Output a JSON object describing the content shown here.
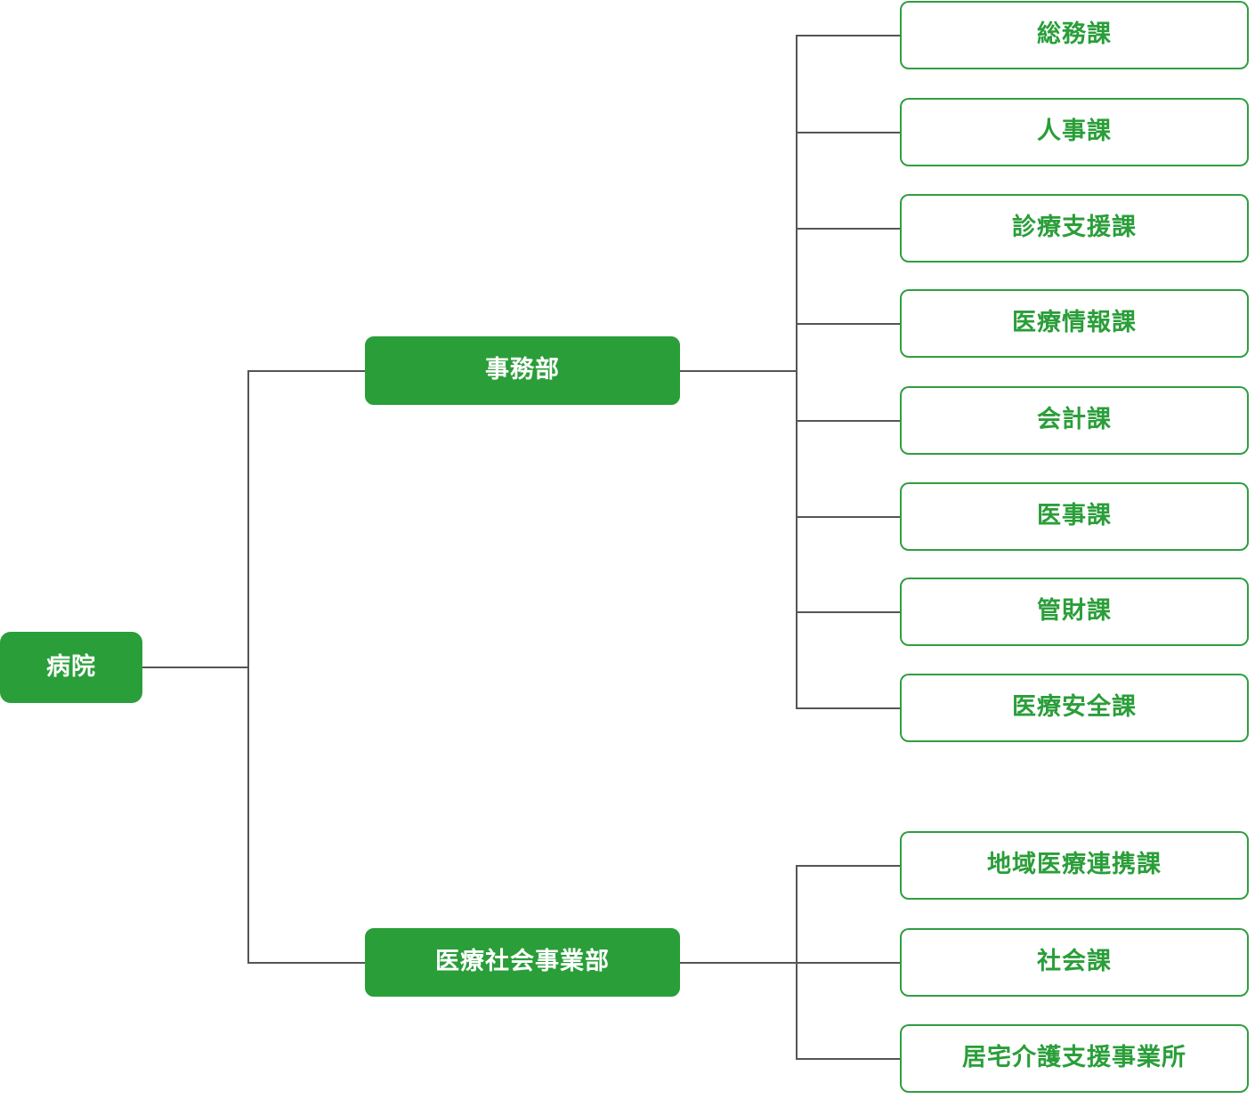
{
  "colors": {
    "node_fill_green": "#2a9e39",
    "node_border_green": "#2f9e41",
    "node_text_green": "#2a9e39",
    "filled_text": "#ffffff",
    "connector_gray": "#555555",
    "background": "#ffffff"
  },
  "chart_data": {
    "type": "diagram",
    "diagram_kind": "organization-chart",
    "orientation": "left-to-right",
    "title": "",
    "root": {
      "label": "病院",
      "style": "filled"
    },
    "departments": [
      {
        "label": "事務部",
        "style": "filled",
        "sections": [
          {
            "label": "総務課",
            "style": "outline"
          },
          {
            "label": "人事課",
            "style": "outline"
          },
          {
            "label": "診療支援課",
            "style": "outline"
          },
          {
            "label": "医療情報課",
            "style": "outline"
          },
          {
            "label": "会計課",
            "style": "outline"
          },
          {
            "label": "医事課",
            "style": "outline"
          },
          {
            "label": "管財課",
            "style": "outline"
          },
          {
            "label": "医療安全課",
            "style": "outline"
          }
        ]
      },
      {
        "label": "医療社会事業部",
        "style": "filled",
        "sections": [
          {
            "label": "地域医療連携課",
            "style": "outline"
          },
          {
            "label": "社会課",
            "style": "outline"
          },
          {
            "label": "居宅介護支援事業所",
            "style": "outline"
          }
        ]
      }
    ]
  }
}
